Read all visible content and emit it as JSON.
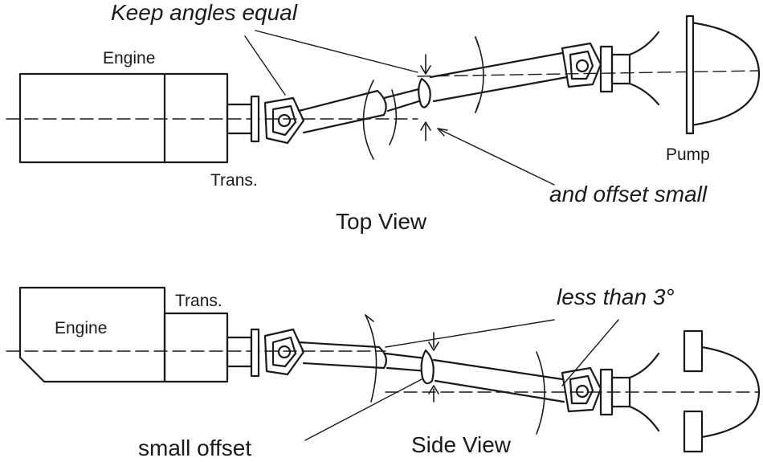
{
  "top_view": {
    "title": "Top View",
    "annotation_angles": "Keep angles equal",
    "annotation_offset": "and offset small",
    "engine_label": "Engine",
    "trans_label": "Trans.",
    "pump_label": "Pump"
  },
  "side_view": {
    "title": "Side View",
    "annotation_angles": "less than 3°",
    "annotation_offset": "small offset",
    "engine_label": "Engine",
    "trans_label": "Trans."
  }
}
